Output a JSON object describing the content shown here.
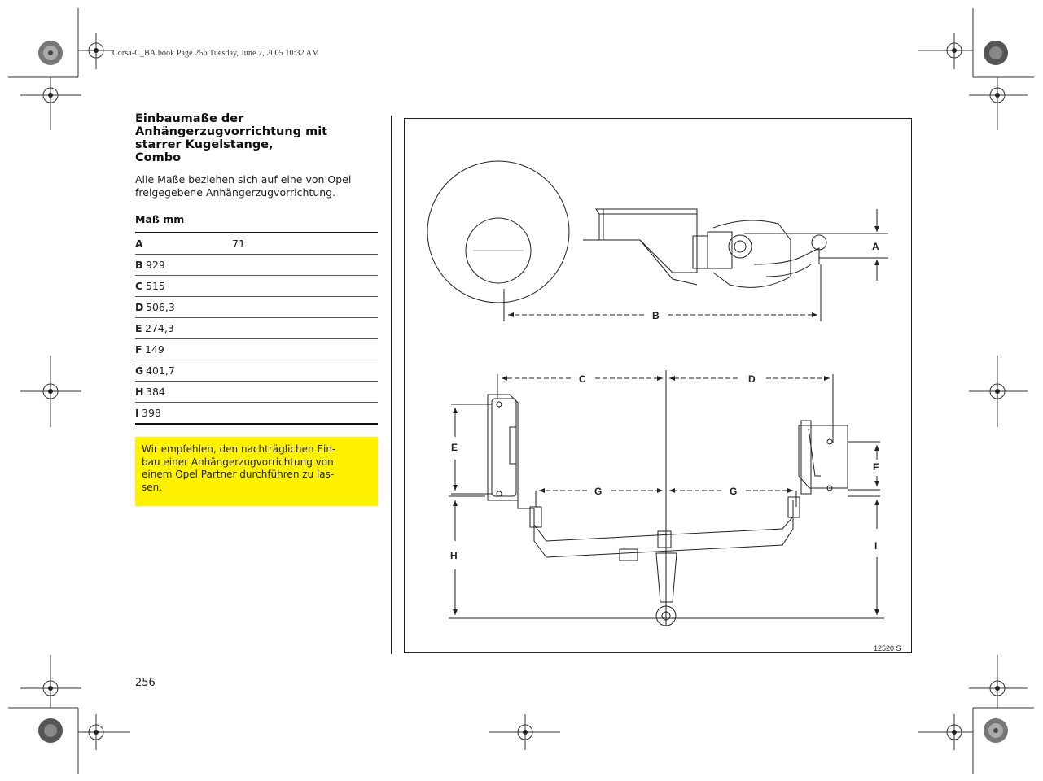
{
  "header": "Corsa-C_BA.book  Page 256  Tuesday, June 7, 2005  10:32 AM",
  "title_lines": [
    "Einbaumaße der",
    "Anhängerzugvorrichtung mit",
    "starrer Kugelstange,",
    "Combo"
  ],
  "intro_lines": [
    "Alle Maße beziehen sich auf eine von Opel",
    "freigegebene Anhängerzugvorrichtung."
  ],
  "table": {
    "header": "Maß mm",
    "rows": [
      {
        "key": "A",
        "value": "71"
      },
      {
        "key": "B",
        "value": "929"
      },
      {
        "key": "C",
        "value": "515"
      },
      {
        "key": "D",
        "value": "506,3"
      },
      {
        "key": "E",
        "value": "274,3"
      },
      {
        "key": "F",
        "value": "149"
      },
      {
        "key": "G",
        "value": "401,7"
      },
      {
        "key": "H",
        "value": "384"
      },
      {
        "key": "I",
        "value": "398"
      }
    ]
  },
  "note_lines": [
    "Wir empfehlen, den nachträglichen Ein-",
    "bau einer Anhängerzugvorrichtung von",
    "einem Opel Partner durchführen zu las-",
    "sen."
  ],
  "note_color": "#fff200",
  "figure": {
    "code": "12520 S",
    "labels": {
      "A": "A",
      "B": "B",
      "C": "C",
      "D": "D",
      "E": "E",
      "F": "F",
      "G": "G",
      "H": "H",
      "I": "I"
    }
  },
  "page_number": "256"
}
